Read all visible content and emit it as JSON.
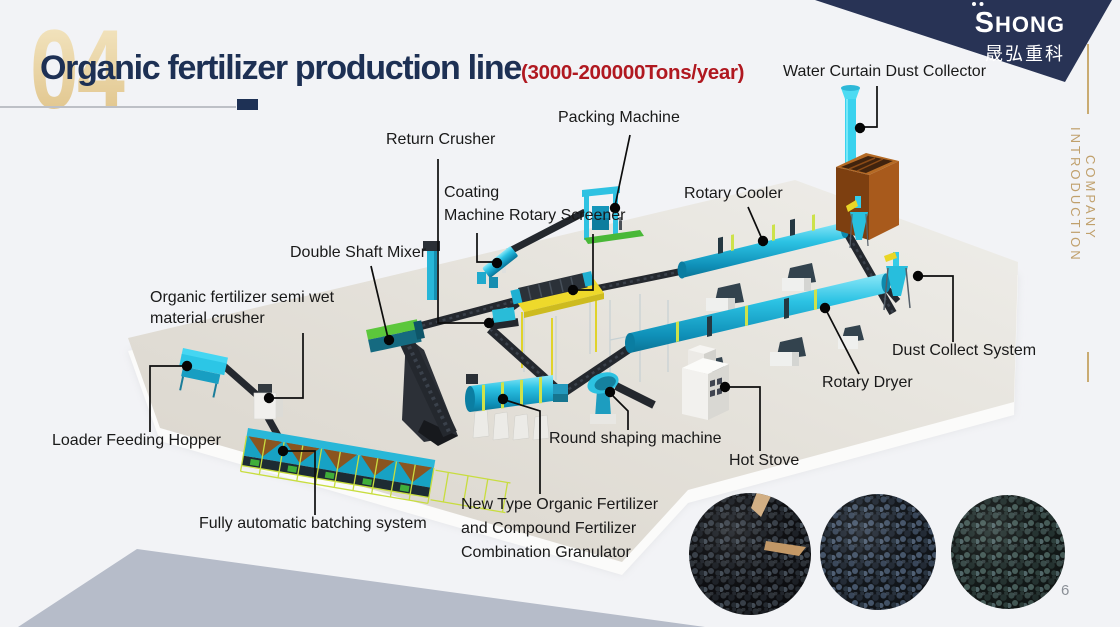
{
  "header": {
    "section_number": "04",
    "title": "Organic fertilizer production line",
    "capacity": "(3000-200000Tons/year)"
  },
  "brand": {
    "logo_text": "SHONG",
    "logo_subtext": "晟弘重科"
  },
  "side_tab": {
    "line1": "COMPANY",
    "line2": "INTRODUCTION"
  },
  "footer": {
    "page_number": "6"
  },
  "labels": {
    "water_curtain": "Water Curtain Dust Collector",
    "packing": "Packing Machine",
    "return_crusher": "Return Crusher",
    "rotary_screener": "Rotary Screener",
    "coating": {
      "lines": [
        "Coating",
        "Machine"
      ]
    },
    "rotary_cooler": "Rotary Cooler",
    "double_shaft_mixer": "Double Shaft Mixer",
    "semi_wet": {
      "lines": [
        "Organic fertilizer semi wet",
        "material crusher"
      ]
    },
    "loader": "Loader Feeding Hopper",
    "dust_collect": "Dust Collect System",
    "rotary_dryer": "Rotary Dryer",
    "round_shaping": "Round shaping machine",
    "hot_stove": "Hot Stove",
    "batching": "Fully automatic batching system",
    "granulator": {
      "lines": [
        "New Type Organic Fertilizer",
        "and Compound Fertilizer",
        "Combination Granulator"
      ]
    }
  },
  "colors": {
    "navy": "#283355",
    "gold": "#c9ab72",
    "red": "#b01820",
    "machine_cyan": "#2cc3e4",
    "platform": "#ddd9d2",
    "triangle_gray": "#b6bcc9"
  }
}
